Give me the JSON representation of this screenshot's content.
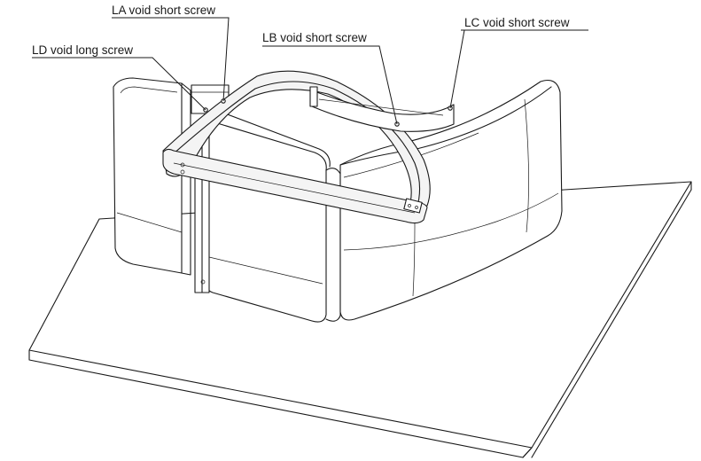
{
  "labels": {
    "la": "LA void short screw",
    "lb": "LB void short screw",
    "lc": "LC void short screw",
    "ld": "LD void long screw"
  },
  "colors": {
    "line": "#1a1a1a",
    "background": "#ffffff"
  }
}
